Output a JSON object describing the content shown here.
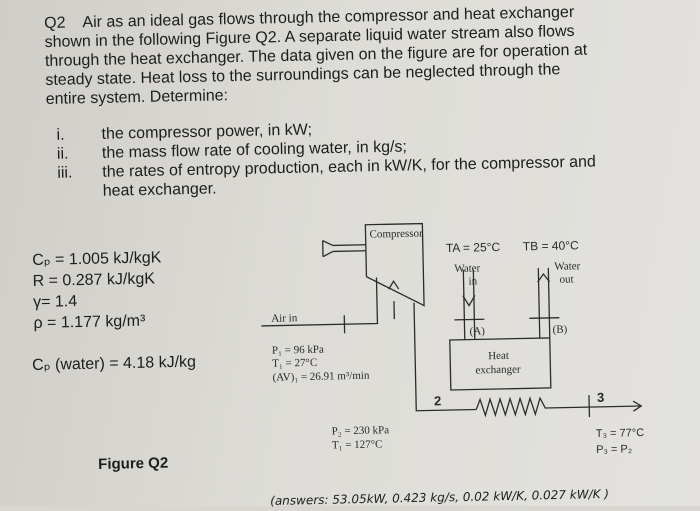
{
  "question": {
    "number": "Q2",
    "line1": "Air as an ideal gas flows through the compressor and heat exchanger",
    "line2": "shown in the following Figure Q2.  A separate liquid water stream also flows",
    "line3": "through the heat exchanger.  The data given on the figure are for operation at",
    "line4": "steady state. Heat loss to the surroundings can be neglected through the",
    "line5": "entire system. Determine:",
    "items": [
      {
        "marker": "i.",
        "text": "the compressor power, in kW;"
      },
      {
        "marker": "ii.",
        "text": "the mass flow rate of cooling water, in kg/s;"
      },
      {
        "marker": "iii.",
        "text": "the rates of entropy production, each in kW/K, for the compressor and"
      },
      {
        "marker": "",
        "text": "heat exchanger."
      }
    ]
  },
  "properties": {
    "cp": "Cₚ = 1.005 kJ/kgK",
    "r": "R = 0.287 kJ/kgK",
    "gamma": "γ= 1.4",
    "rho": "ρ = 1.177 kg/m³",
    "cp_water": "Cₚ (water) = 4.18 kJ/kg"
  },
  "figure": {
    "caption": "Figure Q2",
    "compressor_label": "Compressor",
    "air_in": "Air in",
    "p1": "P₁ = 96 kPa",
    "t1": "T₁ = 27°C",
    "flow1": "(AV)₁ = 26.91 m³/min",
    "state2": "2",
    "p2": "P₂ = 230 kPa",
    "t2": "T₁ = 127°C",
    "ta": "TA = 25°C",
    "tb": "TB = 40°C",
    "water_in": "Water",
    "water_in2": "in",
    "water_out": "Water",
    "water_out2": "out",
    "point_a": "(A)",
    "point_b": "(B)",
    "hx_label1": "Heat",
    "hx_label2": "exchanger",
    "state3": "3",
    "t3": "T₃ = 77°C",
    "p3": "P₃ = P₂"
  },
  "answers": "(answers: 53.05kW, 0.423 kg/s, 0.02 kW/K, 0.027 kW/K )"
}
